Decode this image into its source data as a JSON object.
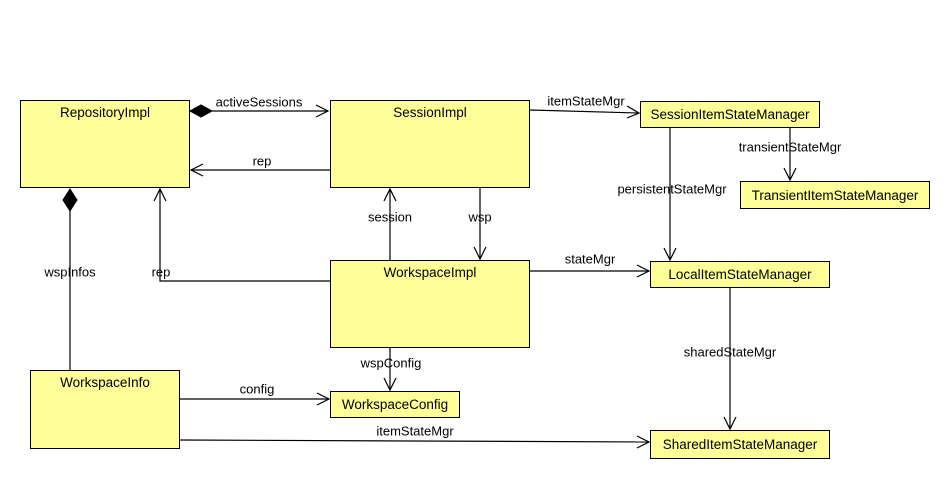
{
  "diagram": {
    "colors": {
      "background": "#ffffff",
      "node_fill": "#ffff99",
      "node_border": "#000000",
      "line_color": "#000000",
      "text_color": "#000000"
    },
    "nodes": {
      "repository_impl": {
        "label": "RepositoryImpl"
      },
      "session_impl": {
        "label": "SessionImpl"
      },
      "session_item_state_manager": {
        "label": "SessionItemStateManager"
      },
      "transient_item_state_manager": {
        "label": "TransientItemStateManager"
      },
      "workspace_impl": {
        "label": "WorkspaceImpl"
      },
      "local_item_state_manager": {
        "label": "LocalItemStateManager"
      },
      "workspace_info": {
        "label": "WorkspaceInfo"
      },
      "workspace_config": {
        "label": "WorkspaceConfig"
      },
      "shared_item_state_manager": {
        "label": "SharedItemStateManager"
      }
    },
    "edges": {
      "active_sessions": {
        "label": "activeSessions"
      },
      "rep_session": {
        "label": "rep"
      },
      "item_state_mgr_session": {
        "label": "itemStateMgr"
      },
      "transient_state_mgr": {
        "label": "transientStateMgr"
      },
      "persistent_state_mgr": {
        "label": "persistentStateMgr"
      },
      "session": {
        "label": "session"
      },
      "wsp": {
        "label": "wsp"
      },
      "state_mgr": {
        "label": "stateMgr"
      },
      "shared_state_mgr": {
        "label": "sharedStateMgr"
      },
      "wsp_infos": {
        "label": "wspInfos"
      },
      "rep_workspace": {
        "label": "rep"
      },
      "wsp_config": {
        "label": "wspConfig"
      },
      "config": {
        "label": "config"
      },
      "item_state_mgr_info": {
        "label": "itemStateMgr"
      }
    }
  }
}
